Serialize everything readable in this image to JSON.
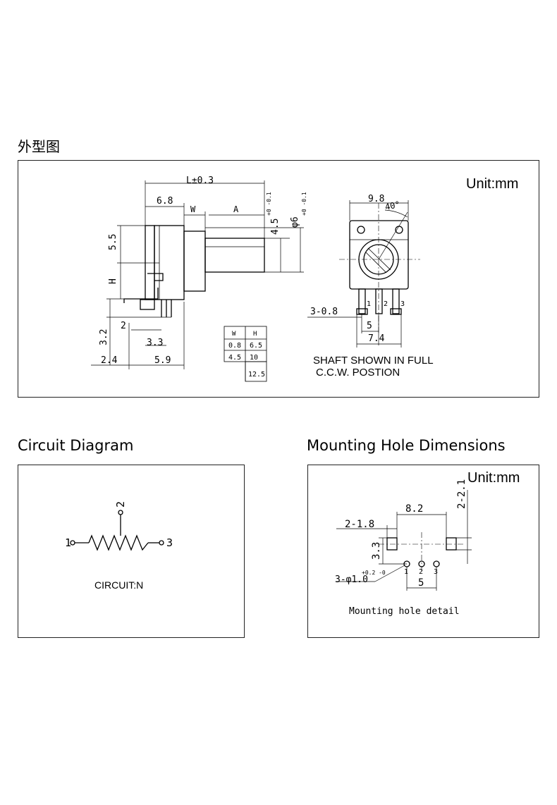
{
  "titles": {
    "outline": "外型图",
    "circuit": "Circuit Diagram",
    "mounting": "Mounting Hole Dimensions"
  },
  "outline": {
    "unit": "Unit:mm",
    "dims": {
      "length": "L±0.3",
      "d68": "6.8",
      "w": "W",
      "a": "A",
      "d55": "5.5",
      "h": "H",
      "d32": "3.2",
      "d2": "2",
      "d33": "3.3",
      "d24": "2.4",
      "d59": "5.9",
      "d45": "4.5",
      "tol45": "+0 -0.1",
      "phi6": "φ6",
      "tol6": "+0 -0.1",
      "d98": "9.8",
      "angle": "40°",
      "pins": "3-0.8",
      "d5": "5",
      "d74": "7.4",
      "pin1": "1",
      "pin2": "2",
      "pin3": "3"
    },
    "table": {
      "headers": [
        "W",
        "H"
      ],
      "rows": [
        [
          "0.8",
          "6.5"
        ],
        [
          "4.5",
          "10"
        ],
        [
          "",
          "12.5"
        ]
      ]
    },
    "note_line1": "SHAFT SHOWN IN FULL",
    "note_line2": "C.C.W. POSTION"
  },
  "circuit": {
    "pin1": "1",
    "pin2": "2",
    "pin3": "3",
    "label": "CIRCUIT:N"
  },
  "mounting": {
    "unit": "Unit:mm",
    "d82": "8.2",
    "d218": "2-1.8",
    "d221": "2-2.1",
    "d33": "3.3",
    "holes": "3-φ1.0",
    "holes_tol": "+0.2 -0",
    "d5": "5",
    "pin1": "1",
    "pin2": "2",
    "pin3": "3",
    "caption": "Mounting hole detail"
  }
}
